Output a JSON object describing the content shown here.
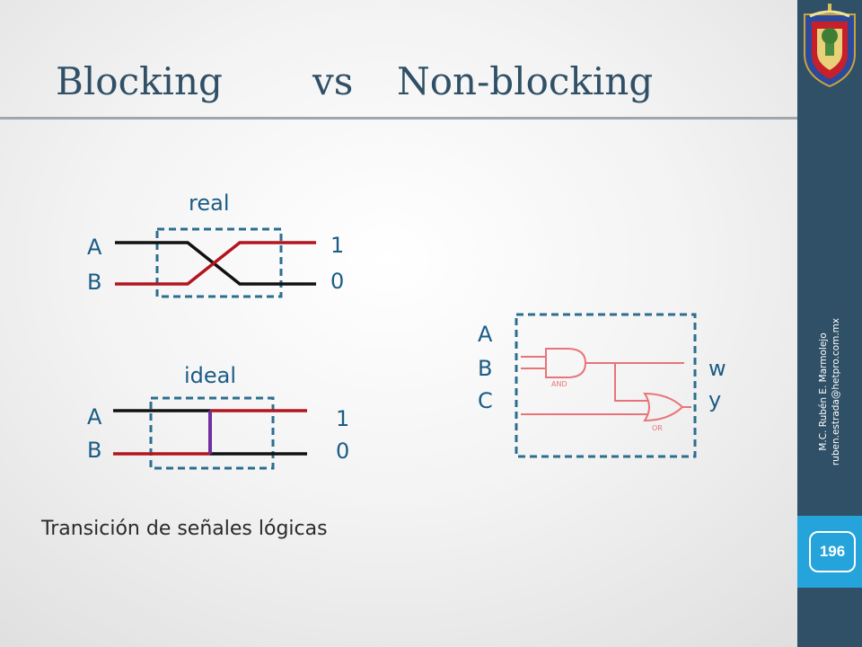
{
  "slide": {
    "title_left": "Blocking",
    "title_mid": "vs",
    "title_right": "Non-blocking",
    "caption": "Transición de señales lógicas",
    "author": "M.C. Rubén E. Marmolejo",
    "email": "ruben.estrada@hetpro.com.mx",
    "page_number": "196"
  },
  "real_diagram": {
    "title": "real",
    "inputs": [
      "A",
      "B"
    ],
    "outputs": [
      "1",
      "0"
    ]
  },
  "ideal_diagram": {
    "title": "ideal",
    "inputs": [
      "A",
      "B"
    ],
    "outputs": [
      "1",
      "0"
    ]
  },
  "gate_diagram": {
    "inputs": [
      "A",
      "B",
      "C"
    ],
    "outputs": [
      "w",
      "y"
    ],
    "and_label": "AND",
    "or_label": "OR"
  },
  "colors": {
    "title": "#2f5066",
    "sidebar": "#2f5066",
    "page_band": "#25a3db",
    "signal_high": "#b2151d",
    "signal_low": "#111111",
    "transition": "#7030a0",
    "dashed_box": "#2c6e8f",
    "gate": "#e8747a"
  }
}
